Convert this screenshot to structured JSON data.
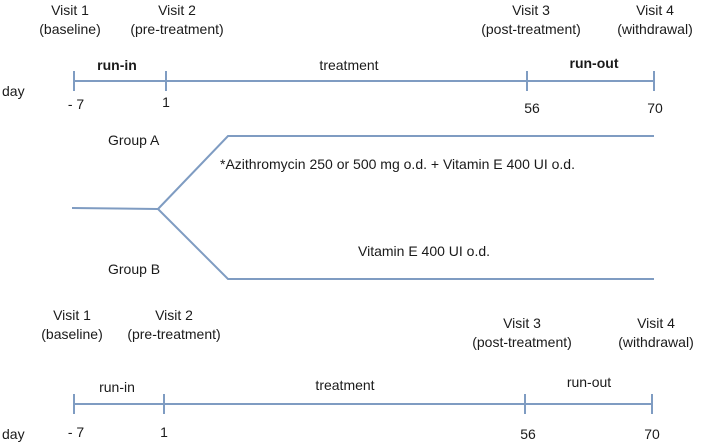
{
  "top_timeline": {
    "visits": [
      {
        "name": "Visit 1",
        "desc": "(baseline)"
      },
      {
        "name": "Visit 2",
        "desc": "(pre-treatment)"
      },
      {
        "name": "Visit 3",
        "desc": "(post-treatment)"
      },
      {
        "name": "Visit 4",
        "desc": "(withdrawal)"
      }
    ],
    "phases": [
      "run-in",
      "treatment",
      "run-out"
    ],
    "day_label": "day",
    "days": [
      "- 7",
      "1",
      "56",
      "70"
    ]
  },
  "groups": {
    "a_label": "Group A",
    "a_regimen": "*Azithromycin 250 or 500 mg o.d. + Vitamin E 400 UI o.d.",
    "b_label": "Group B",
    "b_regimen": "Vitamin E 400 UI o.d."
  },
  "bottom_timeline": {
    "visits": [
      {
        "name": "Visit 1",
        "desc": "(baseline)"
      },
      {
        "name": "Visit 2",
        "desc": "(pre-treatment)"
      },
      {
        "name": "Visit 3",
        "desc": "(post-treatment)"
      },
      {
        "name": "Visit 4",
        "desc": "(withdrawal)"
      }
    ],
    "phases": [
      "run-in",
      "treatment",
      "run-out"
    ],
    "day_label": "day",
    "days": [
      "- 7",
      "1",
      "56",
      "70"
    ]
  },
  "colors": {
    "line": "#7f9cc2",
    "text": "#1a1a1a"
  }
}
